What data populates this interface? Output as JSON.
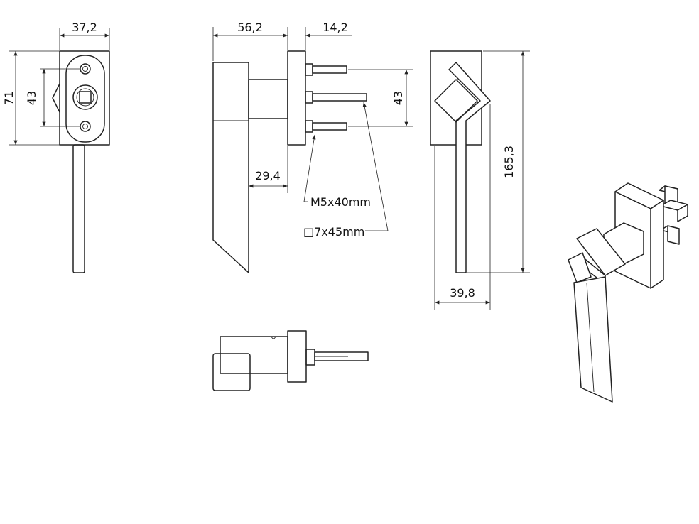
{
  "dimensions": {
    "front_width": "37,2",
    "front_height": "71",
    "front_hole_spacing": "43",
    "side_length": "56,2",
    "side_plate_depth": "14,2",
    "side_offset": "29,4",
    "side_hole_spacing": "43",
    "back_height": "165,3",
    "back_width": "39,8"
  },
  "callouts": {
    "screw": "M5x40mm",
    "spindle": "□7x45mm"
  }
}
